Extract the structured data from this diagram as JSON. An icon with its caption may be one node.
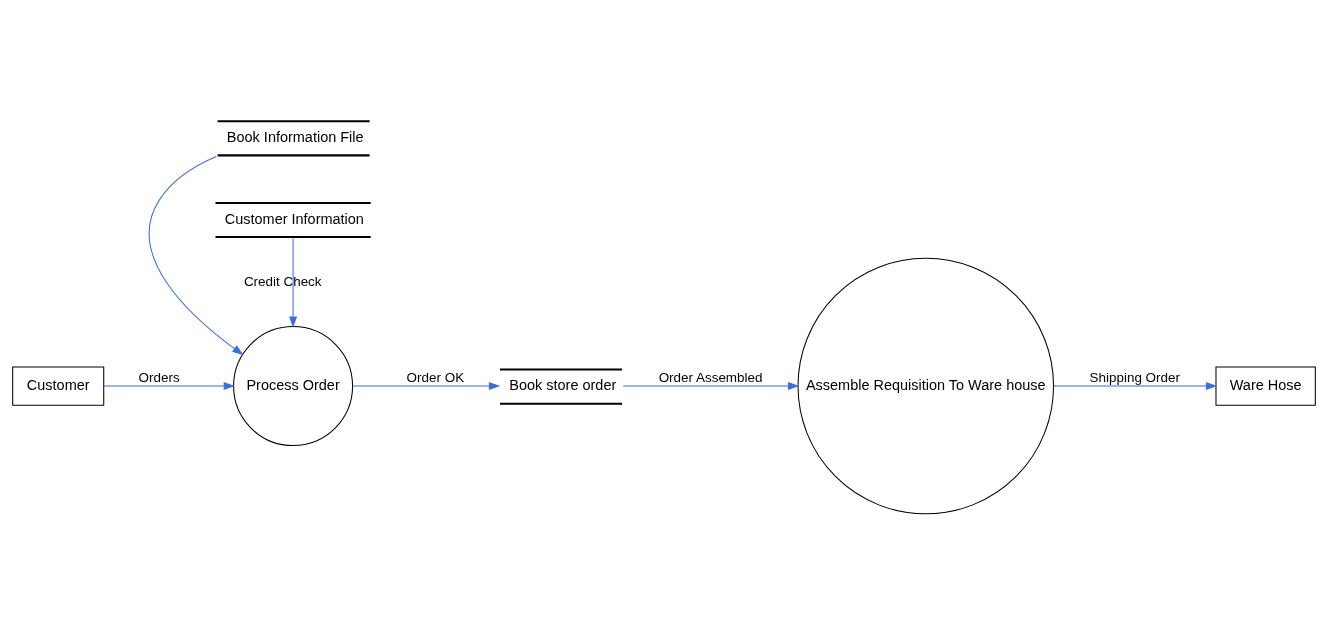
{
  "diagram": {
    "nodes": [
      {
        "text": [
          "Customer"
        ]
      },
      {
        "text": [
          "Process Order"
        ]
      },
      {
        "text": [
          "Book Information File"
        ]
      },
      {
        "text": [
          "Customer Information"
        ]
      },
      {
        "text": [
          "Book store order"
        ]
      },
      {
        "text": [
          "Assemble Requisition To Ware house"
        ]
      },
      {
        "text": [
          "Ware Hose"
        ]
      }
    ],
    "edges": [
      {
        "from": 0,
        "to": 1,
        "arrow": "to",
        "label": "Orders"
      },
      {
        "from": 2,
        "to": 1,
        "arrow": "to"
      },
      {
        "from": 3,
        "to": 1,
        "arrow": "to",
        "label": "Credit Check"
      },
      {
        "from": 1,
        "to": 4,
        "arrow": "to",
        "label": "Order OK"
      },
      {
        "from": 4,
        "to": 5,
        "arrow": "to",
        "label": "Order Assembled"
      },
      {
        "from": 5,
        "to": 6,
        "arrow": "to",
        "label": "Shipping Order"
      }
    ]
  }
}
